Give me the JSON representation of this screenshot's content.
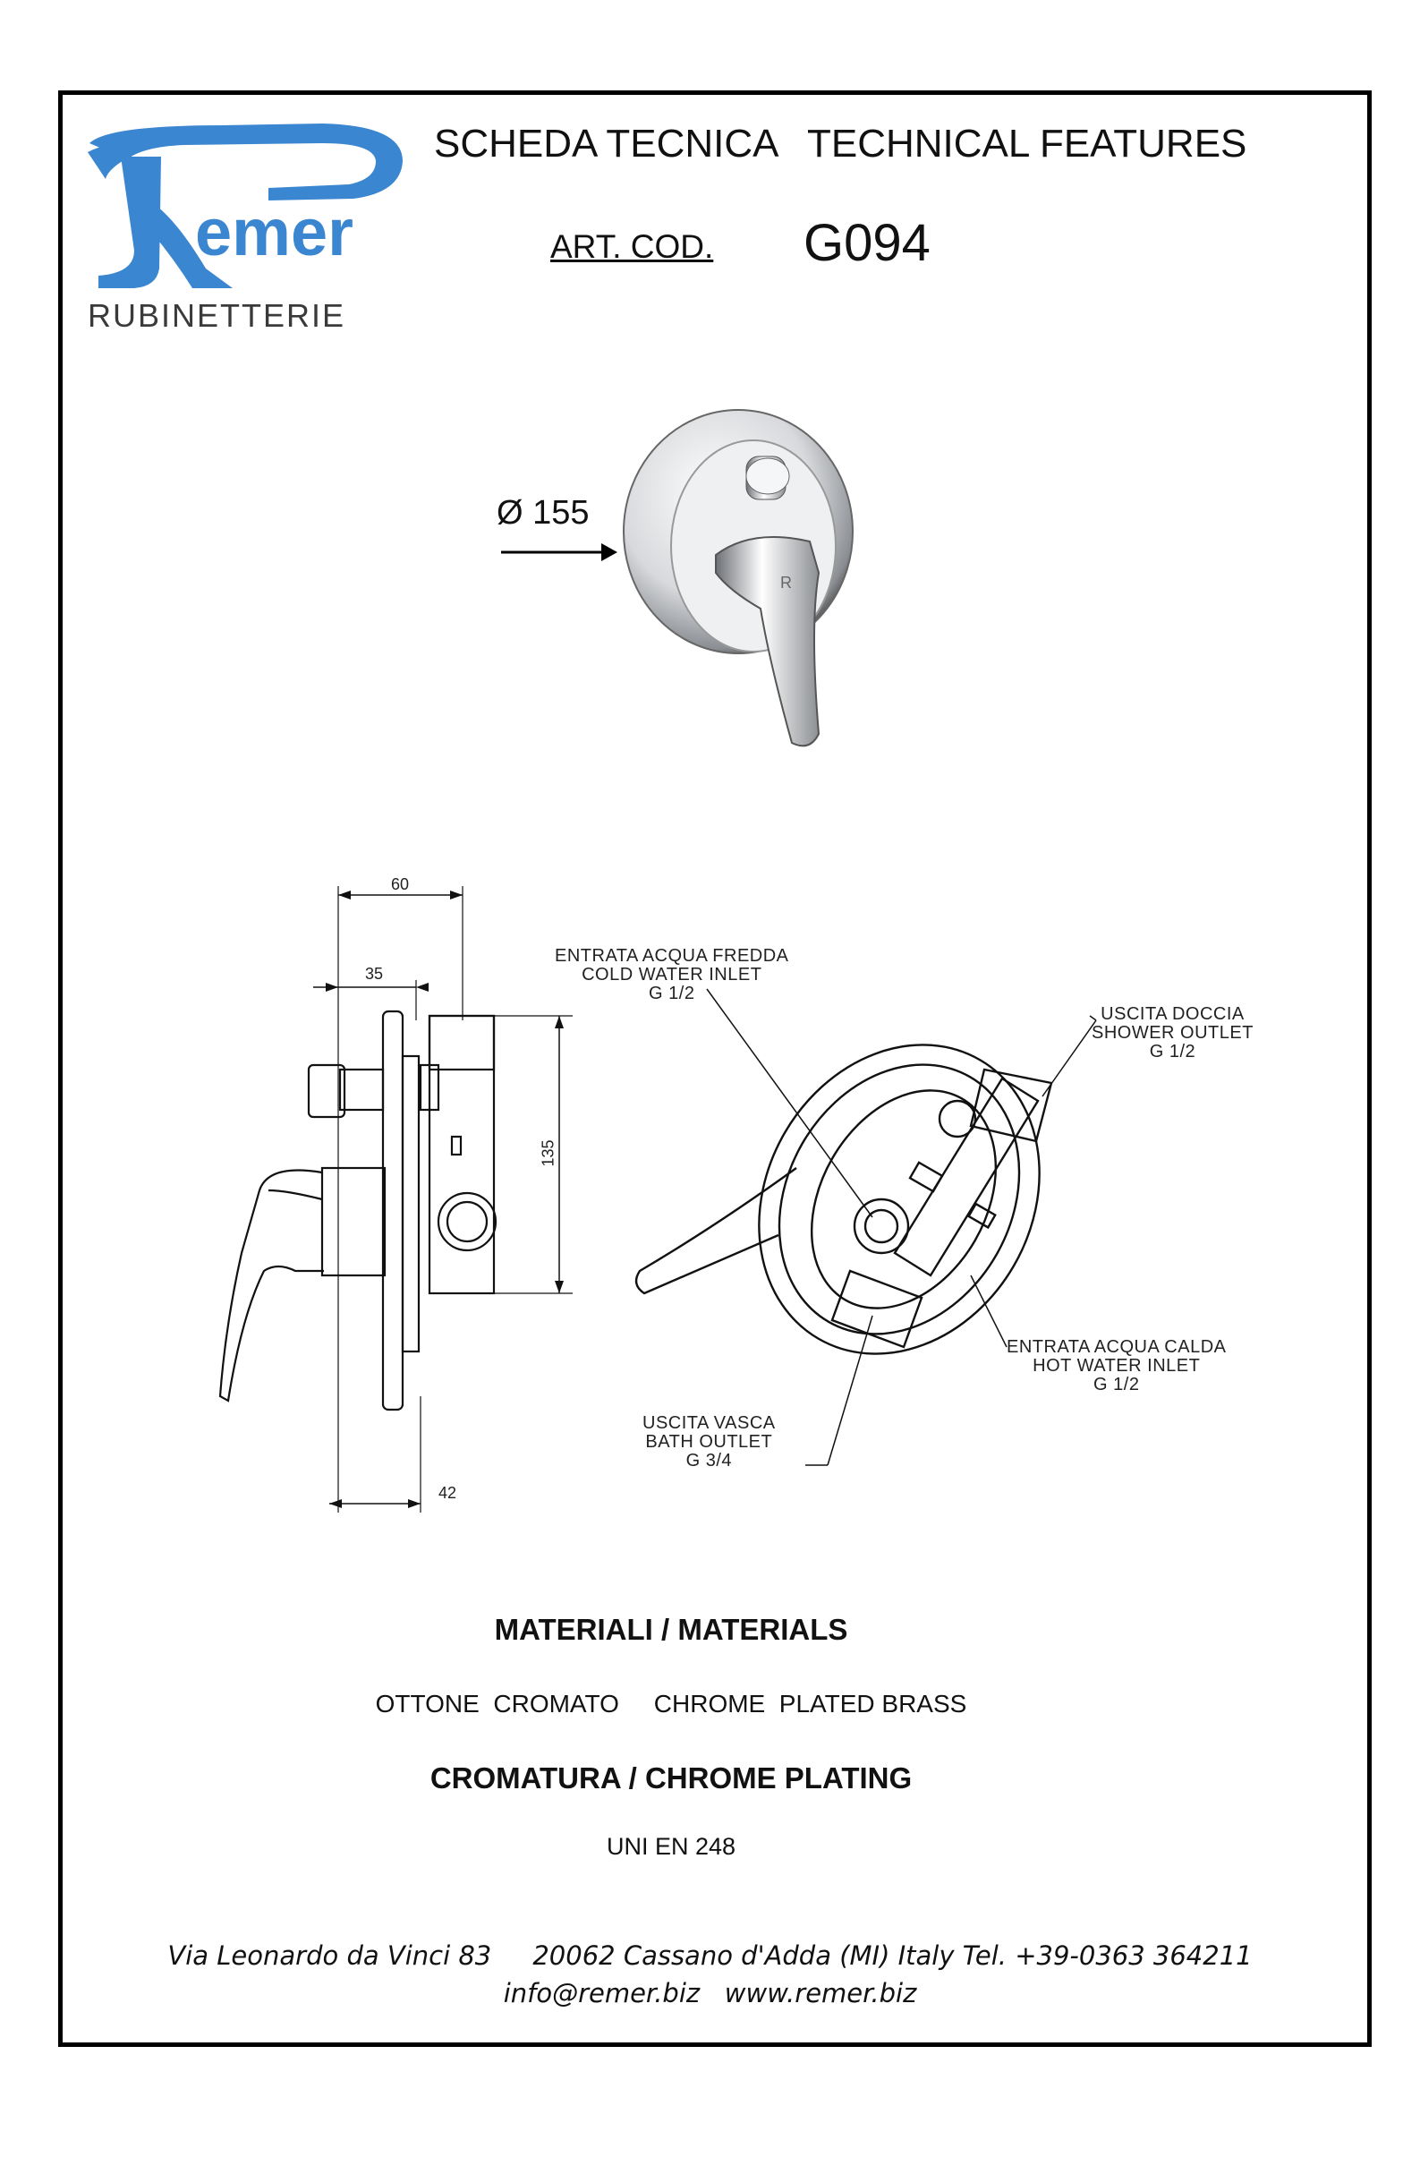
{
  "brand": {
    "logo_text": "Remer",
    "subtitle": "RUBINETTERIE",
    "colors": {
      "logo_blue": "#3a86d0",
      "logo_grey": "#3a3a3a"
    }
  },
  "header": {
    "title_it": "SCHEDA TECNICA",
    "title_en": "TECHNICAL FEATURES",
    "art_label": "ART. COD.",
    "art_code": "G094"
  },
  "product": {
    "diameter_label": "Ø 155"
  },
  "drawing": {
    "dimensions": {
      "d60": "60",
      "d35": "35",
      "d135": "135",
      "d42": "42"
    },
    "labels": {
      "cold_inlet": [
        "ENTRATA ACQUA FREDDA",
        "COLD WATER INLET",
        "G 1/2"
      ],
      "shower_outlet": [
        "USCITA DOCCIA",
        "SHOWER OUTLET",
        "G 1/2"
      ],
      "hot_inlet": [
        "ENTRATA  ACQUA CALDA",
        "HOT WATER INLET",
        "G 1/2"
      ],
      "bath_outlet": [
        "USCITA VASCA",
        "BATH OUTLET",
        "G 3/4"
      ]
    }
  },
  "materials": {
    "heading": "MATERIALI  /  MATERIALS",
    "value": "OTTONE  CROMATO     CHROME  PLATED BRASS"
  },
  "plating": {
    "heading": "CROMATURA / CHROME PLATING",
    "value": "UNI EN 248"
  },
  "footer": {
    "address": "Via Leonardo da Vinci 83     20062 Cassano d'Adda (MI) Italy Tel. +39-0363 364211",
    "contact": "info@remer.biz   www.remer.biz"
  }
}
